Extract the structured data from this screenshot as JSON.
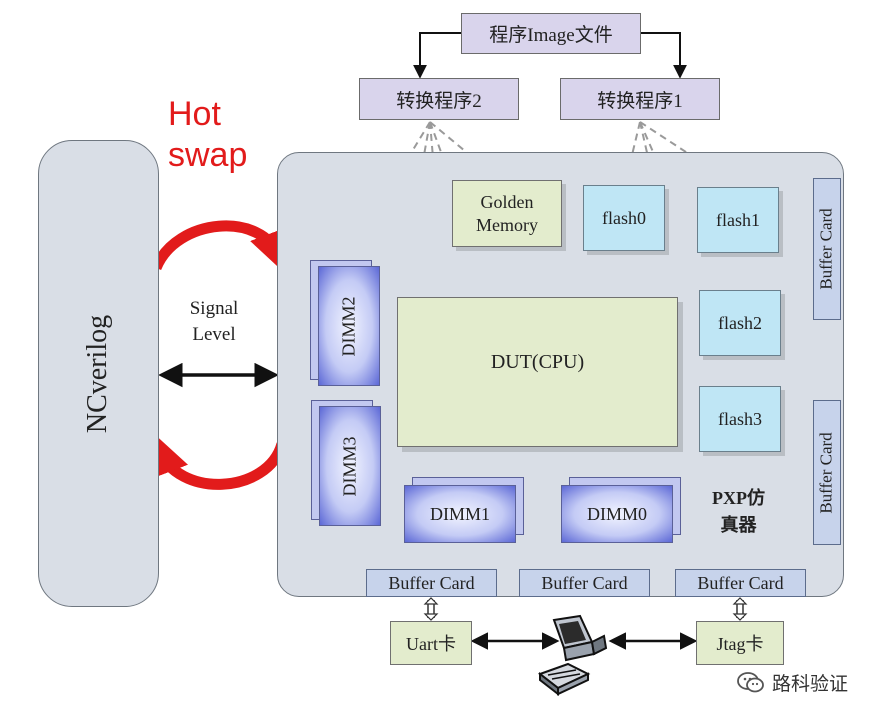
{
  "top": {
    "image_label": "程序Image文件",
    "convert2_label": "转换程序2",
    "convert1_label": "转换程序1"
  },
  "left": {
    "ncverilog_label": "NCverilog",
    "hot_swap": [
      "Hot",
      "swap"
    ],
    "signal_level": [
      "Signal",
      "Level"
    ]
  },
  "board": {
    "golden_memory": [
      "Golden",
      "Memory"
    ],
    "flash0": "flash0",
    "flash1": "flash1",
    "flash2": "flash2",
    "flash3": "flash3",
    "dut": "DUT(CPU)",
    "dimm2": "DIMM2",
    "dimm3": "DIMM3",
    "dimm1": "DIMM1",
    "dimm0": "DIMM0",
    "buffer_card_right_top": "Buffer Card",
    "buffer_card_right_bottom": "Buffer Card",
    "pxp_label": [
      "PXP仿",
      "真器"
    ]
  },
  "bottom": {
    "buffer_card_1": "Buffer Card",
    "buffer_card_2": "Buffer Card",
    "buffer_card_3": "Buffer Card",
    "uart": "Uart卡",
    "jtag": "Jtag卡"
  },
  "watermark": "路科验证",
  "colors": {
    "hot_swap_red": "#e21b1b",
    "board_fill": "#d9dee6",
    "flash_fill": "#bfe6f5",
    "dut_fill": "#e3eccd",
    "buffer_card_fill": "#c7d3eb",
    "top_box_fill": "#d9d4ec"
  }
}
